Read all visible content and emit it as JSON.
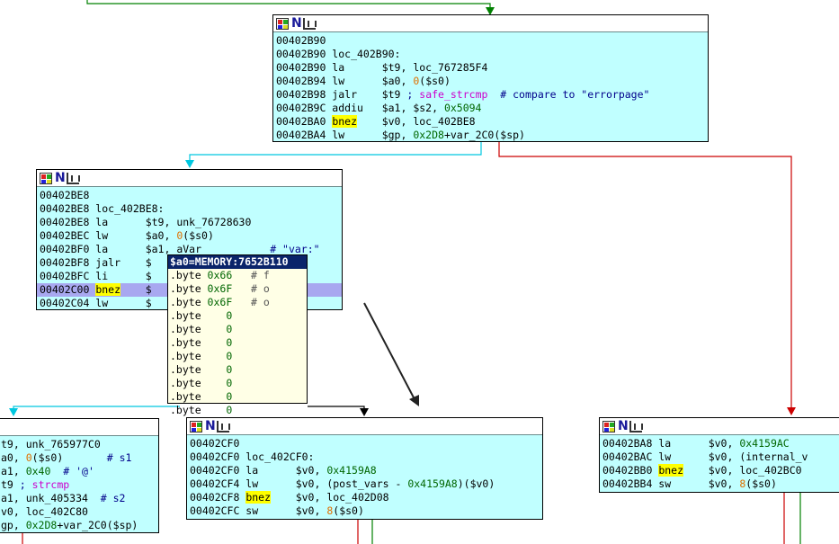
{
  "colors": {
    "node_bg": "#c0ffff",
    "edge_green": "#008000",
    "edge_red": "#cc0000",
    "edge_cyan": "#00c8e0",
    "edge_black": "#000000",
    "highlight_row": "#a8a8f0",
    "bnez_highlight": "#ffff00",
    "popup_bg": "#ffffe6"
  },
  "header_icons": [
    "color-palette-icon",
    "node-n-icon",
    "graph-layout-icon"
  ],
  "nodes": {
    "top": {
      "lines": [
        [
          {
            "t": "00402B90"
          }
        ],
        [
          {
            "t": "00402B90 loc_402B90:"
          }
        ],
        [
          {
            "t": "00402B90 la      $t9, loc_767285F4"
          }
        ],
        [
          {
            "t": "00402B94 lw      $a0, "
          },
          {
            "t": "0",
            "c": "zero"
          },
          {
            "t": "($s0)"
          }
        ],
        [
          {
            "t": "00402B98 jalr    $t9 "
          },
          {
            "t": "; ",
            "c": "cmt"
          },
          {
            "t": "safe_strcmp",
            "c": "fn"
          },
          {
            "t": "  # compare to \"errorpage\"",
            "c": "cmt"
          }
        ],
        [
          {
            "t": "00402B9C addiu   $a1, $s2, "
          },
          {
            "t": "0x5094",
            "c": "num"
          }
        ],
        [
          {
            "t": "00402BA0 "
          },
          {
            "t": "bnez",
            "c": "yel"
          },
          {
            "t": "    $v0, loc_402BE8"
          }
        ],
        [
          {
            "t": "00402BA4 lw      $gp, "
          },
          {
            "t": "0x2D8",
            "c": "num"
          },
          {
            "t": "+var_2C0($sp)"
          }
        ]
      ]
    },
    "middle": {
      "lines": [
        [
          {
            "t": "00402BE8"
          }
        ],
        [
          {
            "t": "00402BE8 loc_402BE8:"
          }
        ],
        [
          {
            "t": "00402BE8 la      $t9, unk_76728630"
          }
        ],
        [
          {
            "t": "00402BEC lw      $a0, "
          },
          {
            "t": "0",
            "c": "zero"
          },
          {
            "t": "($s0)"
          }
        ],
        [
          {
            "t": "00402BF0 la      $a1, aVar           "
          },
          {
            "t": "# \"var:\"",
            "c": "cmt"
          }
        ],
        [
          {
            "t": "00402BF8 jalr    $"
          }
        ],
        [
          {
            "t": "00402BFC li      $"
          }
        ],
        [
          {
            "t": "00402C00 "
          },
          {
            "t": "bnez",
            "c": "yel"
          },
          {
            "t": "    $"
          }
        ],
        [
          {
            "t": "00402C04 lw      $                    sp)"
          }
        ]
      ],
      "highlight_index": 7
    },
    "left_bottom": {
      "lines": [
        [
          {
            "t": "t9, unk_765977C0"
          }
        ],
        [
          {
            "t": "a0, "
          },
          {
            "t": "0",
            "c": "zero"
          },
          {
            "t": "($s0)       "
          },
          {
            "t": "# s1",
            "c": "cmt"
          }
        ],
        [
          {
            "t": "a1, "
          },
          {
            "t": "0x40",
            "c": "num"
          },
          {
            "t": "  # '@'",
            "c": "cmt"
          }
        ],
        [
          {
            "t": "t9 "
          },
          {
            "t": "; ",
            "c": "cmt"
          },
          {
            "t": "strcmp",
            "c": "fn"
          }
        ],
        [
          {
            "t": "a1, unk_405334  "
          },
          {
            "t": "# s2",
            "c": "cmt"
          }
        ],
        [
          {
            "t": "v0, loc_402C80"
          }
        ],
        [
          {
            "t": "gp, "
          },
          {
            "t": "0x2D8",
            "c": "num"
          },
          {
            "t": "+var_2C0($sp)"
          }
        ]
      ]
    },
    "center_bottom": {
      "lines": [
        [
          {
            "t": "00402CF0"
          }
        ],
        [
          {
            "t": "00402CF0 loc_402CF0:"
          }
        ],
        [
          {
            "t": "00402CF0 la      $v0, "
          },
          {
            "t": "0x4159A8",
            "c": "num"
          }
        ],
        [
          {
            "t": "00402CF4 lw      $v0, (post_vars - "
          },
          {
            "t": "0x4159A8",
            "c": "num"
          },
          {
            "t": ")($v0)"
          }
        ],
        [
          {
            "t": "00402CF8 "
          },
          {
            "t": "bnez",
            "c": "yel"
          },
          {
            "t": "    $v0, loc_402D08"
          }
        ],
        [
          {
            "t": "00402CFC sw      $v0, "
          },
          {
            "t": "8",
            "c": "zero"
          },
          {
            "t": "($s0)"
          }
        ]
      ]
    },
    "right_bottom": {
      "lines": [
        [
          {
            "t": "00402BA8 la      $v0, "
          },
          {
            "t": "0x4159AC",
            "c": "num"
          }
        ],
        [
          {
            "t": "00402BAC lw      $v0, (internal_v"
          }
        ],
        [
          {
            "t": "00402BB0 "
          },
          {
            "t": "bnez",
            "c": "yel"
          },
          {
            "t": "    $v0, loc_402BC0"
          }
        ],
        [
          {
            "t": "00402BB4 sw      $v0, "
          },
          {
            "t": "8",
            "c": "zero"
          },
          {
            "t": "($s0)"
          }
        ]
      ]
    }
  },
  "popup": {
    "title": "$a0=MEMORY:7652B110",
    "rows": [
      {
        "op": ".byte",
        "val": "0x66",
        "cmt": "# f"
      },
      {
        "op": ".byte",
        "val": "0x6F",
        "cmt": "# o"
      },
      {
        "op": ".byte",
        "val": "0x6F",
        "cmt": "# o"
      },
      {
        "op": ".byte",
        "val": "   0",
        "cmt": ""
      },
      {
        "op": ".byte",
        "val": "   0",
        "cmt": ""
      },
      {
        "op": ".byte",
        "val": "   0",
        "cmt": ""
      },
      {
        "op": ".byte",
        "val": "   0",
        "cmt": ""
      },
      {
        "op": ".byte",
        "val": "   0",
        "cmt": ""
      },
      {
        "op": ".byte",
        "val": "   0",
        "cmt": ""
      },
      {
        "op": ".byte",
        "val": "   0",
        "cmt": ""
      },
      {
        "op": ".byte",
        "val": "   0",
        "cmt": ""
      }
    ]
  }
}
